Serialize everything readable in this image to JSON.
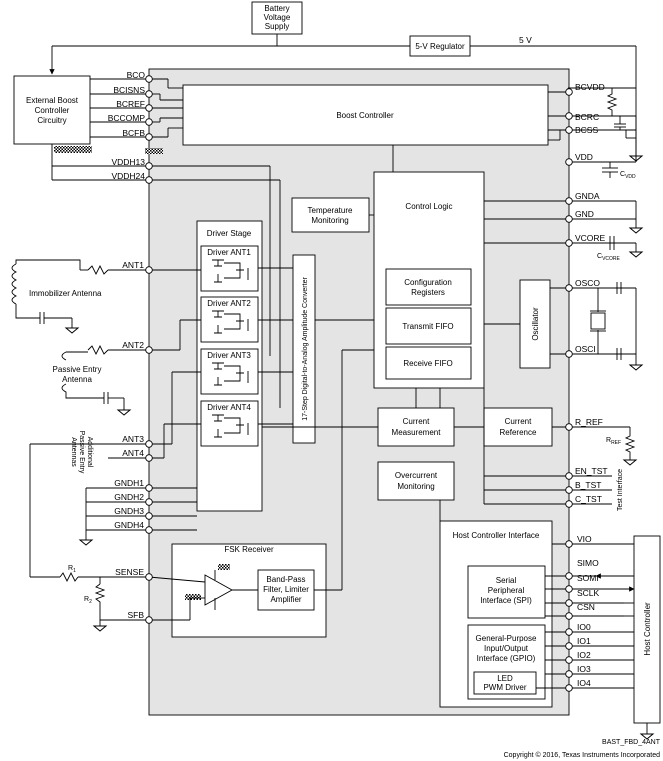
{
  "blocks": {
    "battery": [
      "Battery",
      "Voltage",
      "Supply"
    ],
    "regulator": "5-V Regulator",
    "ext_boost": [
      "External Boost",
      "Controller",
      "Circuitry"
    ],
    "boost_controller": "Boost Controller",
    "temperature": [
      "Temperature",
      "Monitoring"
    ],
    "control_logic": "Control Logic",
    "driver_stage": "Driver Stage",
    "driver_ant1": "Driver ANT1",
    "driver_ant2": "Driver ANT2",
    "driver_ant3": "Driver ANT3",
    "driver_ant4": "Driver ANT4",
    "dac": "17-Step Digital-to-Analog Amplitude Converter",
    "config_registers": [
      "Configuration",
      "Registers"
    ],
    "transmit_fifo": "Transmit FIFO",
    "receive_fifo": "Receive FIFO",
    "oscillator": "Oscillator",
    "current_measurement": [
      "Current",
      "Measurement"
    ],
    "current_reference": [
      "Current",
      "Reference"
    ],
    "overcurrent": [
      "Overcurrent",
      "Monitoring"
    ],
    "fsk_receiver": "FSK Receiver",
    "band_pass": [
      "Band-Pass",
      "Filter, Limiter",
      "Amplifier"
    ],
    "host_if": "Host Controller Interface",
    "spi": [
      "Serial",
      "Peripheral",
      "Interface (SPI)"
    ],
    "gpio": [
      "General-Purpose",
      "Input/Output",
      "Interface (GPIO)"
    ],
    "led": [
      "LED",
      "PWM Driver"
    ],
    "host_controller": "Host Controller"
  },
  "pins_left": {
    "bco": "BCO",
    "bcisns": "BCISNS",
    "bcref": "BCREF",
    "bccomp": "BCCOMP",
    "bcfb": "BCFB",
    "vddh13": "VDDH13",
    "vddh24": "VDDH24",
    "ant1": "ANT1",
    "ant2": "ANT2",
    "ant3": "ANT3",
    "ant4": "ANT4",
    "gndh1": "GNDH1",
    "gndh2": "GNDH2",
    "gndh3": "GNDH3",
    "gndh4": "GNDH4",
    "sense": "SENSE",
    "sfb": "SFB"
  },
  "pins_right": {
    "bcvdd": "BCVDD",
    "bcrc": "BCRC",
    "bcss": "BCSS",
    "vdd": "VDD",
    "gnda": "GNDA",
    "gnd": "GND",
    "vcore": "VCORE",
    "osco": "OSCO",
    "osci": "OSCI",
    "r_ref": "R_REF",
    "en_tst": "EN_TST",
    "b_tst": "B_TST",
    "c_tst": "C_TST",
    "vio": "VIO",
    "simo": "SIMO",
    "somi": "SOMI",
    "sclk": "SCLK",
    "csn": "CSN",
    "io0": "IO0",
    "io1": "IO1",
    "io2": "IO2",
    "io3": "IO3",
    "io4": "IO4"
  },
  "labels": {
    "five_v": "5 V",
    "immobilizer": "Immobilizer Antenna",
    "passive_entry": [
      "Passive Entry",
      "Antenna"
    ],
    "additional": [
      "Additional",
      "Passive Entry",
      "Antennas"
    ],
    "cvdd": "C",
    "cvdd_sub": "VDD",
    "cvcore": "C",
    "cvcore_sub": "VCORE",
    "rref": "R",
    "rref_sub": "REF",
    "r1": "R",
    "r1_sub": "1",
    "r2": "R",
    "r2_sub": "2",
    "test_interface": "Test Interface",
    "figure_id": "BAST_FBD_4ANT",
    "copyright": "Copyright © 2016, Texas Instruments Incorporated"
  }
}
